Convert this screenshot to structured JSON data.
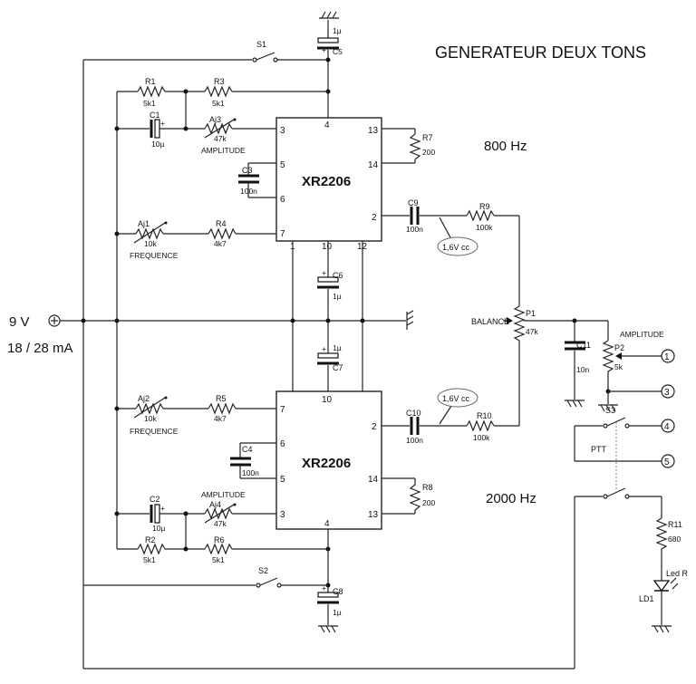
{
  "title": "GENERATEUR DEUX TONS",
  "freq_top": "800 Hz",
  "freq_bottom": "2000 Hz",
  "power": {
    "voltage": "9 V",
    "current": "18 / 28 mA"
  },
  "chips": {
    "u1": "XR2206",
    "u2": "XR2206"
  },
  "pins": {
    "u1": {
      "p4": "4",
      "p3": "3",
      "p5": "5",
      "p6": "6",
      "p7": "7",
      "p1": "1",
      "p10": "10",
      "p12": "12",
      "p13": "13",
      "p14": "14",
      "p2": "2"
    },
    "u2": {
      "p10": "10",
      "p7": "7",
      "p6": "6",
      "p5": "5",
      "p3": "3",
      "p4": "4",
      "p14": "14",
      "p13": "13",
      "p2": "2"
    }
  },
  "components": {
    "S1": "S1",
    "S2": "S2",
    "S3": "S3",
    "C5": "C5",
    "C5_val": "1µ",
    "R1": "R1",
    "R1_val": "5k1",
    "R3": "R3",
    "R3_val": "5k1",
    "C1": "C1",
    "C1_val": "10µ",
    "Aj3": "Aj3",
    "Aj3_val": "47k",
    "amp1": "AMPLITUDE",
    "C3": "C3",
    "C3_val": "100n",
    "Aj1": "Aj1",
    "Aj1_val": "10k",
    "freq1": "FREQUENCE",
    "R4": "R4",
    "R4_val": "4k7",
    "R7": "R7",
    "R7_val": "200",
    "C9": "C9",
    "C9_val": "100n",
    "R9": "R9",
    "R9_val": "100k",
    "level_top": "1,6V cc",
    "C6": "C6",
    "C6_val": "1µ",
    "C7": "C7",
    "C7_val": "1µ",
    "P1": "P1",
    "P1_val": "47k",
    "balance": "BALANCE",
    "C11": "C11",
    "C11_val": "10n",
    "P2": "P2",
    "P2_val": "5k",
    "amp_out": "AMPLITUDE",
    "Aj2": "Aj2",
    "Aj2_val": "10k",
    "freq2": "FREQUENCE",
    "R5": "R5",
    "R5_val": "4k7",
    "C4": "C4",
    "C4_val": "100n",
    "R8": "R8",
    "R8_val": "200",
    "C10": "C10",
    "C10_val": "100n",
    "R10": "R10",
    "R10_val": "100k",
    "level_bottom": "1,6V cc",
    "C2": "C2",
    "C2_val": "10µ",
    "Aj4": "Aj4",
    "Aj4_val": "47k",
    "amp2": "AMPLITUDE",
    "R2": "R2",
    "R2_val": "5k1",
    "R6": "R6",
    "R6_val": "5k1",
    "C8": "C8",
    "C8_val": "1µ",
    "R11": "R11",
    "R11_val": "680",
    "LD1": "LD1",
    "led_label": "Led R",
    "ptt": "PTT",
    "plus": "+"
  },
  "terminals": [
    "1",
    "3",
    "4",
    "5"
  ],
  "icons": [
    "ground-icon",
    "power-terminal-icon",
    "resistor-icon",
    "capacitor-icon",
    "switch-icon",
    "potentiometer-icon",
    "led-icon"
  ]
}
